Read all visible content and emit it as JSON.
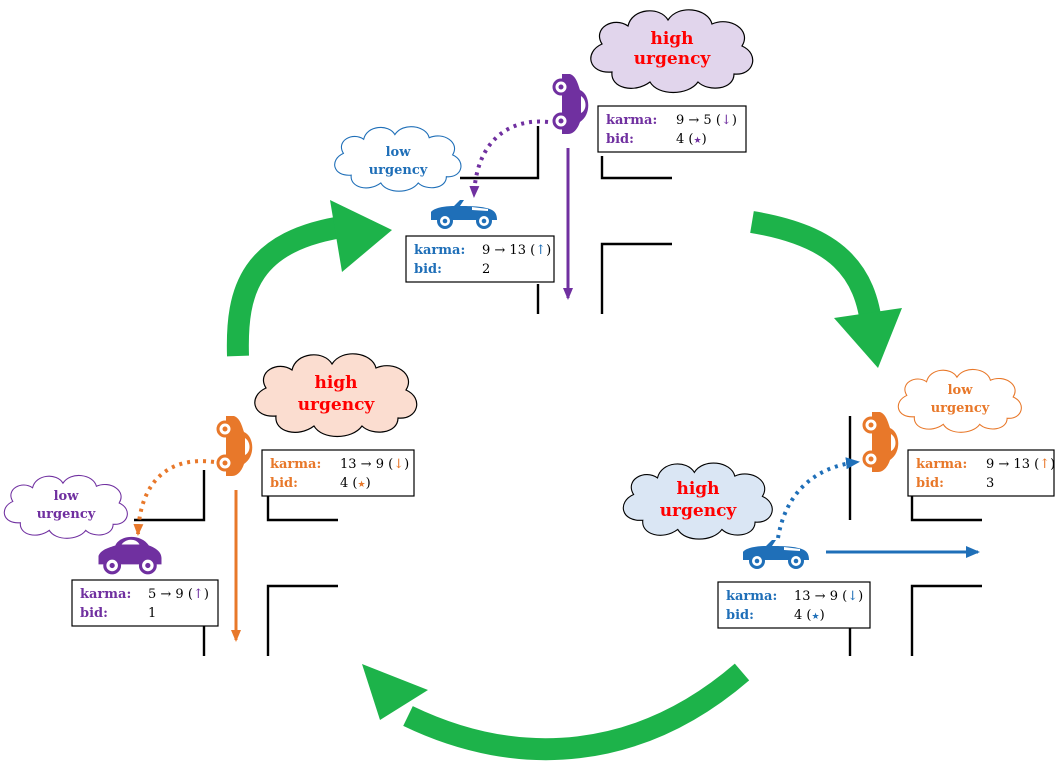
{
  "colors": {
    "purple": "#7030A0",
    "blue": "#1F6FB8",
    "orange": "#E8782A",
    "red": "#FF0000",
    "green": "#1DB34A",
    "ink": "#000000"
  },
  "arrow_icon": "curved-green-cycle-arrow",
  "car_icons": [
    "beetle-car-icon",
    "convertible-car-icon"
  ],
  "scenes": [
    {
      "id": "top",
      "high_cloud": {
        "line1": "high",
        "line2": "urgency"
      },
      "low_cloud": {
        "line1": "low",
        "line2": "urgency"
      },
      "high_box": {
        "karma_label": "karma:",
        "karma_value": "9 → 5 (",
        "arrow": "↓",
        "bid_label": "bid:",
        "bid_value": "4 (",
        "star": "★"
      },
      "low_box": {
        "karma_label": "karma:",
        "karma_value": "9 → 13 (",
        "arrow": "↑",
        "bid_label": "bid:",
        "bid_value": "2"
      }
    },
    {
      "id": "right",
      "high_cloud": {
        "line1": "high",
        "line2": "urgency"
      },
      "low_cloud": {
        "line1": "low",
        "line2": "urgency"
      },
      "high_box": {
        "karma_label": "karma:",
        "karma_value": "13 → 9 (",
        "arrow": "↓",
        "bid_label": "bid:",
        "bid_value": "4 (",
        "star": "★"
      },
      "low_box": {
        "karma_label": "karma:",
        "karma_value": "9 → 13 (",
        "arrow": "↑",
        "bid_label": "bid:",
        "bid_value": "3"
      }
    },
    {
      "id": "left",
      "high_cloud": {
        "line1": "high",
        "line2": "urgency"
      },
      "low_cloud": {
        "line1": "low",
        "line2": "urgency"
      },
      "high_box": {
        "karma_label": "karma:",
        "karma_value": "13 → 9 (",
        "arrow": "↓",
        "bid_label": "bid:",
        "bid_value": "4 (",
        "star": "★"
      },
      "low_box": {
        "karma_label": "karma:",
        "karma_value": "5 → 9 (",
        "arrow": "↑",
        "bid_label": "bid:",
        "bid_value": "1"
      }
    }
  ]
}
